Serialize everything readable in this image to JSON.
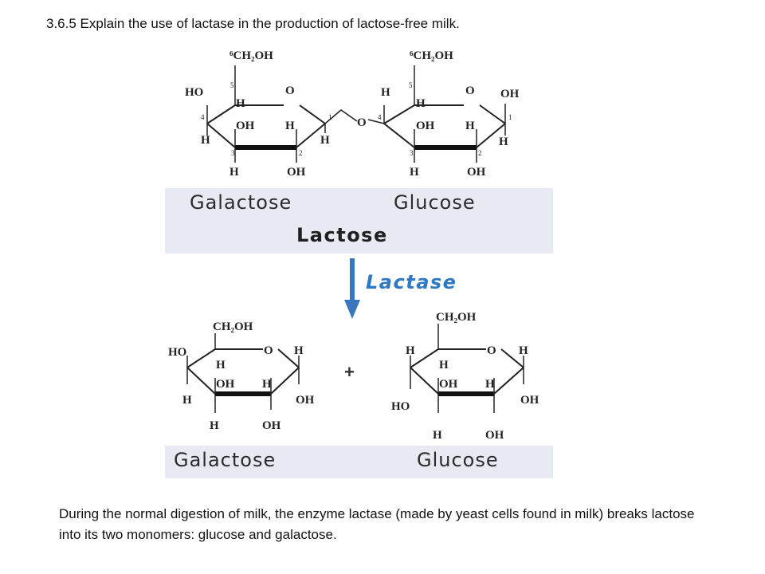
{
  "heading": "3.6.5 Explain the use of lactase in the production of lactose-free milk.",
  "top": {
    "left_name": "Galactose",
    "right_name": "Glucose",
    "product_name": "Lactose",
    "bridge_atom": "O",
    "galactose": {
      "ch2oh": "⁶CH₂OH",
      "ring_o": "O",
      "c4_left": "HO",
      "c4_right": "H",
      "c5_h": "H",
      "c3_top": "OH",
      "c2_top": "H",
      "c3_bottom": "H",
      "c2_bottom": "OH",
      "c1_bottom": "H",
      "num5": "5",
      "num4": "4",
      "num3": "3",
      "num2": "2",
      "num1": "1"
    },
    "glucose": {
      "ch2oh": "⁶CH₂OH",
      "ring_o": "O",
      "c4_h": "H",
      "c5_h": "H",
      "c3_top": "OH",
      "c2_top": "H",
      "c3_bottom": "H",
      "c2_bottom": "OH",
      "c1_top": "OH",
      "c1_bottom": "H",
      "num5": "5",
      "num4": "4",
      "num3": "3",
      "num2": "2",
      "num1": "1"
    }
  },
  "enzyme": "Lactase",
  "plus": "+",
  "bottom": {
    "left_name": "Galactose",
    "right_name": "Glucose",
    "galactose": {
      "ch2oh": "CH₂OH",
      "ring_o": "O",
      "c1_top": "H",
      "c4_left": "HO",
      "c4_right": "H",
      "c5_h": "H",
      "c3_top": "OH",
      "c2_top": "H",
      "c1_bottom": "OH",
      "c3_bottom": "H",
      "c2_bottom": "OH"
    },
    "glucose": {
      "ch2oh": "CH₂OH",
      "ring_o": "O",
      "c1_top": "H",
      "c4_h": "H",
      "c5_h": "H",
      "c3_top": "OH",
      "c2_top": "H",
      "c4_bottom": "HO",
      "c1_bottom": "OH",
      "c3_bottom": "H",
      "c2_bottom": "OH"
    }
  },
  "caption": "During the normal digestion of milk, the enzyme lactase (made by yeast cells found in milk) breaks lactose into its two monomers: glucose and galactose.",
  "colors": {
    "band": "#e7eaf2",
    "enzyme": "#2f78c4",
    "arrow": "#3a76bd"
  }
}
